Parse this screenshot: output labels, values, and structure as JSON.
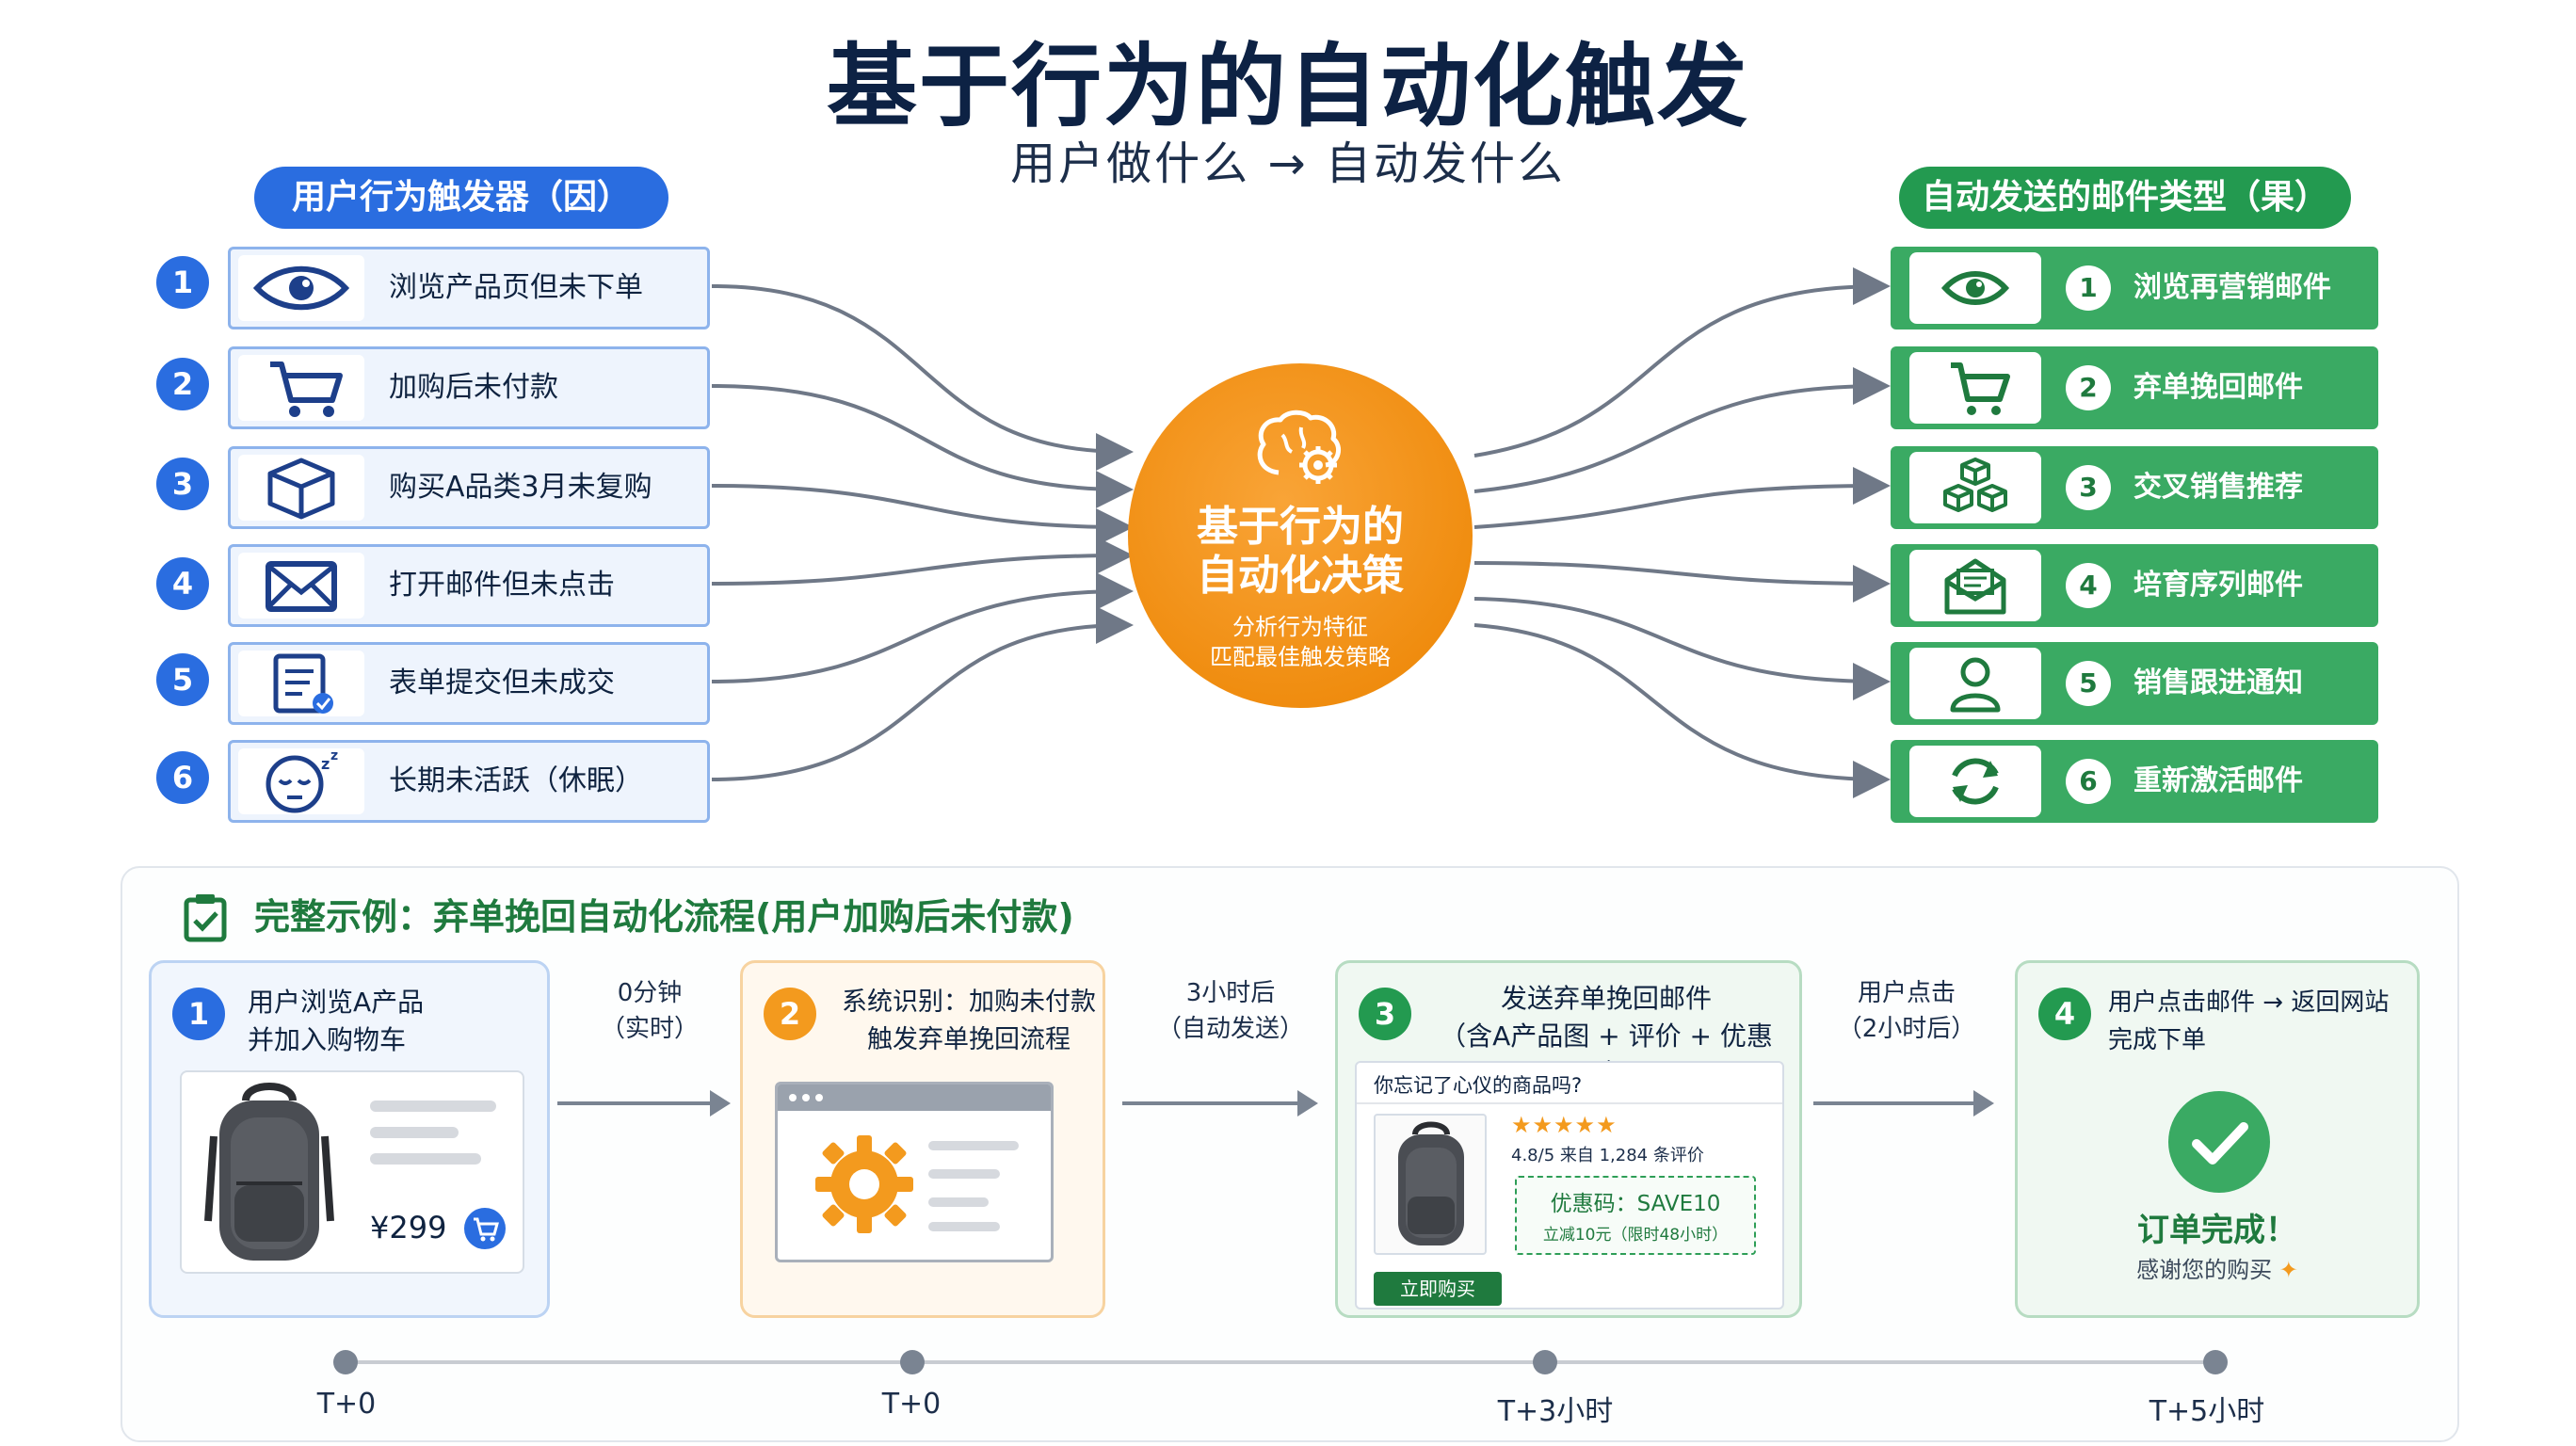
{
  "header": {
    "title": "基于行为的自动化触发",
    "subtitle": "用户做什么 → 自动发什么"
  },
  "left_pill": "用户行为触发器（因）",
  "right_pill": "自动发送的邮件类型（果）",
  "triggers": [
    {
      "num": "1",
      "label": "浏览产品页但未下单",
      "icon": "eye-icon"
    },
    {
      "num": "2",
      "label": "加购后未付款",
      "icon": "cart-icon"
    },
    {
      "num": "3",
      "label": "购买A品类3月未复购",
      "icon": "box-icon"
    },
    {
      "num": "4",
      "label": "打开邮件但未点击",
      "icon": "envelope-icon"
    },
    {
      "num": "5",
      "label": "表单提交但未成交",
      "icon": "form-check-icon"
    },
    {
      "num": "6",
      "label": "长期未活跃（休眠）",
      "icon": "sleepy-face-icon"
    }
  ],
  "emails": [
    {
      "num": "1",
      "label": "浏览再营销邮件",
      "icon": "eye-icon"
    },
    {
      "num": "2",
      "label": "弃单挽回邮件",
      "icon": "cart-icon"
    },
    {
      "num": "3",
      "label": "交叉销售推荐",
      "icon": "cubes-icon"
    },
    {
      "num": "4",
      "label": "培育序列邮件",
      "icon": "open-envelope-icon"
    },
    {
      "num": "5",
      "label": "销售跟进通知",
      "icon": "user-icon"
    },
    {
      "num": "6",
      "label": "重新激活邮件",
      "icon": "refresh-icon"
    }
  ],
  "hub": {
    "title1": "基于行为的",
    "title2": "自动化决策",
    "sub1": "分析行为特征",
    "sub2": "匹配最佳触发策略",
    "icon": "brain-gear-icon"
  },
  "flow": {
    "heading": "完整示例：弃单挽回自动化流程(用户加购后未付款)",
    "steps": [
      {
        "num": "1",
        "line1": "用户浏览A产品",
        "line2": "并加入购物车",
        "price": "¥299"
      },
      {
        "num": "2",
        "line1": "系统识别：加购未付款",
        "line2": "触发弃单挽回流程"
      },
      {
        "num": "3",
        "line1": "发送弃单挽回邮件",
        "line2": "（含A产品图 + 评价 + 优惠码）",
        "email_question": "你忘记了心仪的商品吗?",
        "rating": "4.8/5 来自 1,284 条评价",
        "coupon": "优惠码：SAVE10",
        "coupon_note": "立减10元（限时48小时）",
        "buy_button": "立即购买"
      },
      {
        "num": "4",
        "line1": "用户点击邮件 → 返回网站",
        "line2": "完成下单",
        "done": "订单完成！",
        "thanks": "感谢您的购买"
      }
    ],
    "connectors": [
      {
        "line1": "0分钟",
        "line2": "（实时）"
      },
      {
        "line1": "3小时后",
        "line2": "（自动发送）"
      },
      {
        "line1": "用户点击",
        "line2": "（2小时后）"
      }
    ],
    "timeline": [
      "T+0",
      "T+0",
      "T+3小时",
      "T+5小时"
    ]
  },
  "colors": {
    "blue": "#2a6de0",
    "green": "#239a50",
    "orange": "#f08d10",
    "navy": "#0d2244"
  }
}
